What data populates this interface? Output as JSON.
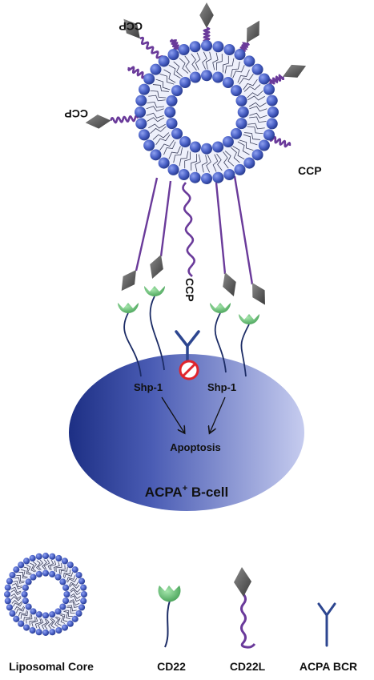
{
  "labels": {
    "ccp_1": "CCP",
    "ccp_2": "CCP",
    "ccp_3": "CCP",
    "ccp_4": "CCP",
    "shp1_left": "Shp-1",
    "shp1_right": "Shp-1",
    "apoptosis": "Apoptosis",
    "cell_name": "ACPA",
    "cell_sup": "+",
    "cell_suffix": " B-cell"
  },
  "legend": {
    "liposomal_core": "Liposomal Core",
    "cd22": "CD22",
    "cd22l": "CD22L",
    "acpa_bcr": "ACPA BCR"
  },
  "colors": {
    "purple_linker": "#6a3a9a",
    "lipid_head": "#4b62c7",
    "lipid_head_dark": "#2c3f95",
    "diamond": "#5c5c5c",
    "cd22_green": "#5cbf6a",
    "receptor_blue": "#2d4690",
    "inhibit_red": "#e0242c",
    "cell_dark": "#263a8e",
    "cell_light": "#b4bbe6"
  },
  "icons": {
    "inhibit": "no-entry-icon",
    "bcr": "y-receptor-icon",
    "ligand": "diamond-icon"
  }
}
